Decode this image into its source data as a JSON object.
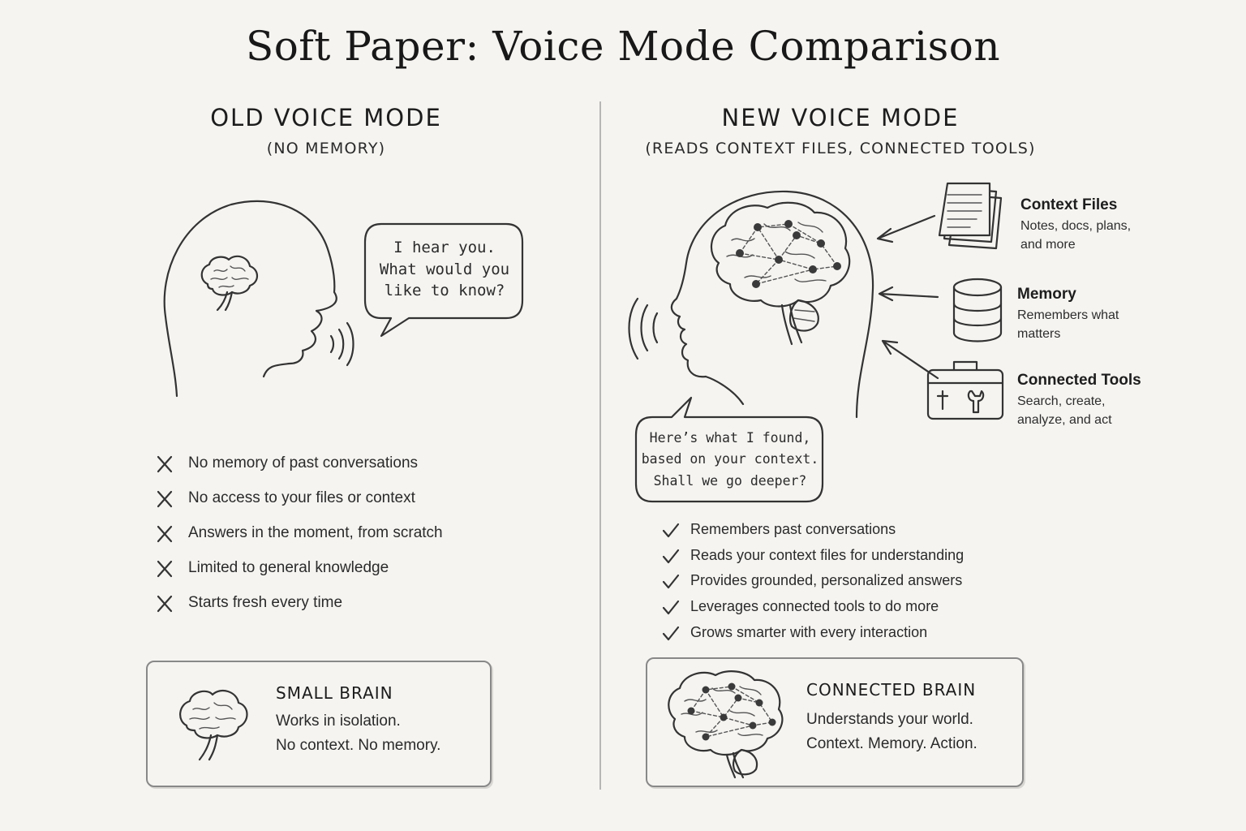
{
  "title": "Soft Paper: Voice Mode Comparison",
  "old": {
    "heading": "OLD VOICE MODE",
    "subheading": "(NO MEMORY)",
    "bubble": [
      "I hear you.",
      "What would you",
      "like to know?"
    ],
    "limitations": [
      "No memory of past conversations",
      "No access to your files or context",
      "Answers in the moment, from scratch",
      "Limited to general knowledge",
      "Starts fresh every time"
    ],
    "card": {
      "title": "SMALL BRAIN",
      "lines": [
        "Works in isolation.",
        "No context. No memory."
      ]
    }
  },
  "new": {
    "heading": "NEW VOICE MODE",
    "subheading": "(READS CONTEXT FILES, CONNECTED TOOLS)",
    "bubble": [
      "Here’s what I found,",
      "based on your context.",
      "Shall we go deeper?"
    ],
    "resources": [
      {
        "title": "Context Files",
        "desc": [
          "Notes, docs, plans,",
          "and more"
        ],
        "icon": "documents-icon"
      },
      {
        "title": "Memory",
        "desc": [
          "Remembers what",
          "matters"
        ],
        "icon": "database-icon"
      },
      {
        "title": "Connected Tools",
        "desc": [
          "Search, create,",
          "analyze, and act"
        ],
        "icon": "toolbox-icon"
      }
    ],
    "benefits": [
      "Remembers past conversations",
      "Reads your context files for understanding",
      "Provides grounded, personalized answers",
      "Leverages connected tools to do more",
      "Grows smarter with every interaction"
    ],
    "card": {
      "title": "CONNECTED BRAIN",
      "lines": [
        "Understands your world.",
        "Context. Memory. Action."
      ]
    }
  }
}
